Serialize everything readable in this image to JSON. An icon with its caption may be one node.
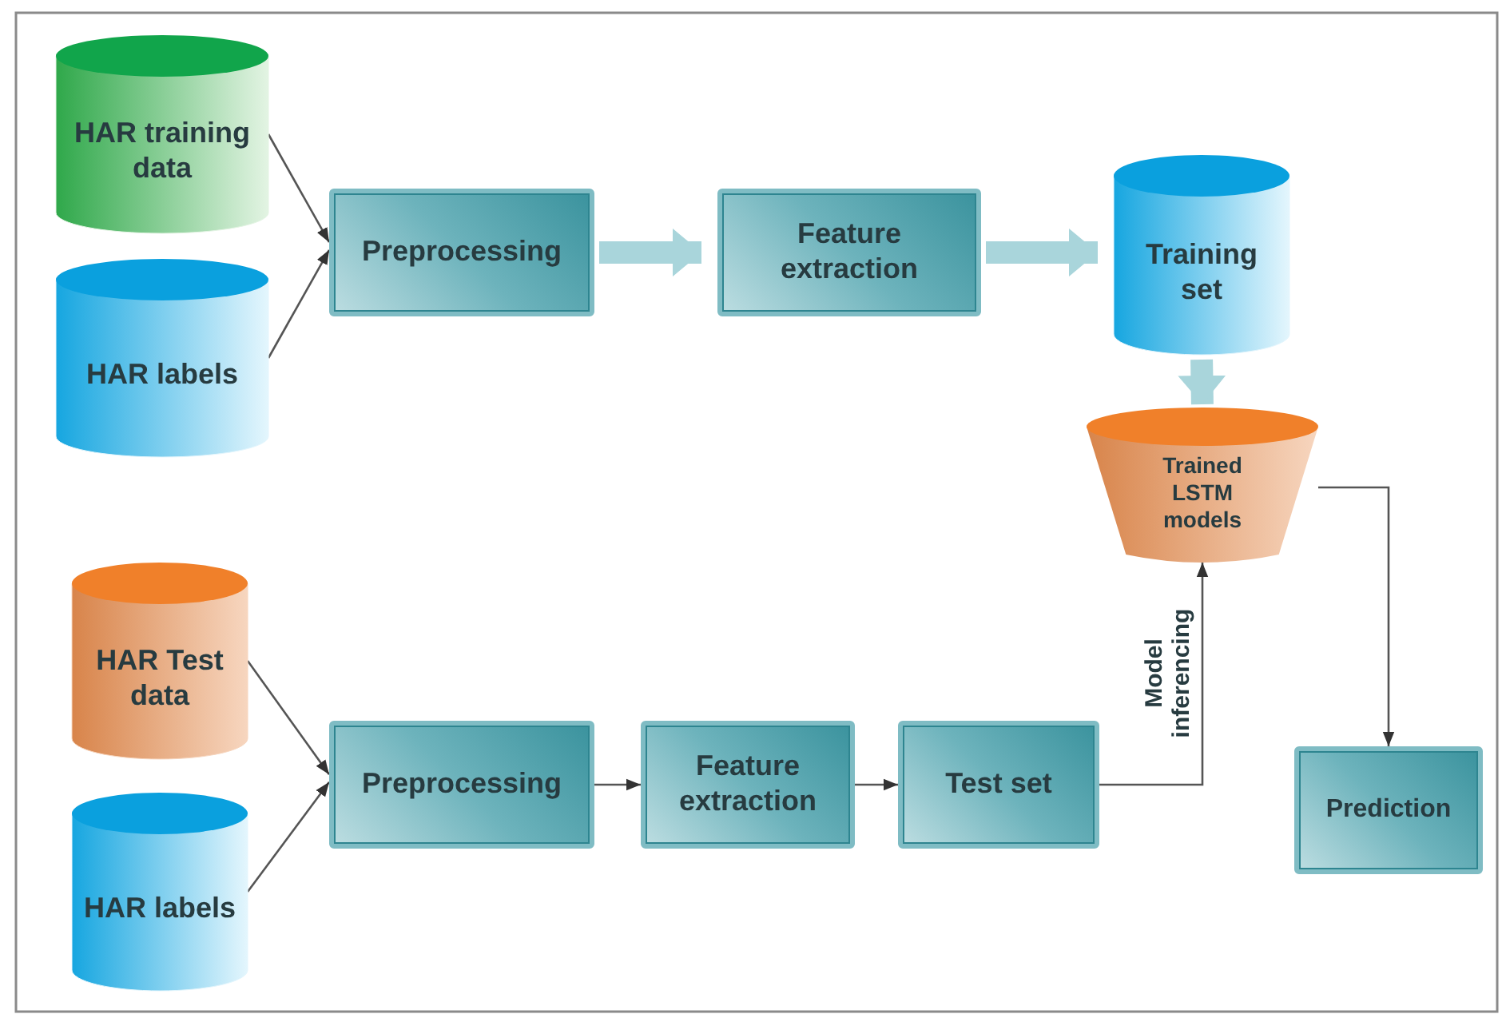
{
  "diagram": {
    "nodes": [
      {
        "text": [
          "HAR training data"
        ]
      },
      {
        "text": [
          "HAR labels"
        ]
      },
      {
        "text": [
          "Preprocessing"
        ]
      },
      {
        "text": [
          "Feature extraction"
        ]
      },
      {
        "text": [
          "Training set"
        ]
      },
      {
        "text": [
          "Trained LSTM models"
        ]
      },
      {
        "text": [
          "HAR Test data"
        ]
      },
      {
        "text": [
          "HAR labels"
        ]
      },
      {
        "text": [
          "Preprocessing"
        ]
      },
      {
        "text": [
          "Feature extraction"
        ]
      },
      {
        "text": [
          "Test set"
        ]
      },
      {
        "text": [
          "Prediction"
        ]
      }
    ],
    "edges": [
      {
        "from": 0,
        "to": 2,
        "arrow": "to"
      },
      {
        "from": 1,
        "to": 2,
        "arrow": "to"
      },
      {
        "from": 2,
        "to": 3,
        "arrow": "to",
        "style": "thick",
        "color": "#a9d5db"
      },
      {
        "from": 3,
        "to": 4,
        "arrow": "to",
        "style": "thick",
        "color": "#a9d5db"
      },
      {
        "from": 4,
        "to": 5,
        "arrow": "to",
        "style": "thick",
        "color": "#a9d5db"
      },
      {
        "from": 6,
        "to": 8,
        "arrow": "to"
      },
      {
        "from": 7,
        "to": 8,
        "arrow": "to"
      },
      {
        "from": 8,
        "to": 9,
        "arrow": "to"
      },
      {
        "from": 9,
        "to": 10,
        "arrow": "to"
      },
      {
        "from": 10,
        "to": 5,
        "arrow": "to",
        "label": "Model inferencing"
      },
      {
        "from": 5,
        "to": 11,
        "arrow": "to"
      }
    ]
  }
}
